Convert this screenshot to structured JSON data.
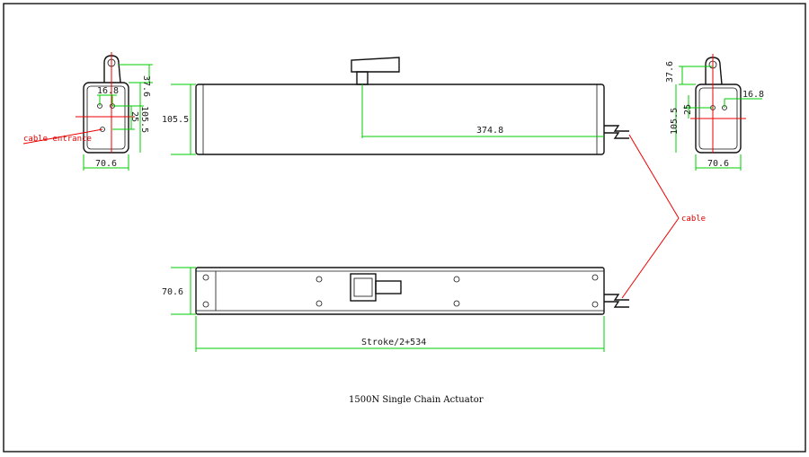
{
  "title": "1500N Single Chain Actuator",
  "labels": {
    "cable_entrance": "cable entrance",
    "cable": "cable"
  },
  "dimensions": {
    "left_top_height": "37.6",
    "left_hole_spacing": "16.8",
    "left_side_small": "25",
    "left_height": "105.5",
    "left_width": "70.6",
    "main_height": "105.5",
    "main_length": "374.8",
    "right_top_height": "37.6",
    "right_hole_spacing": "16.8",
    "right_side_small": "25",
    "right_height": "105.5",
    "right_width": "70.6",
    "bottom_height": "70.6",
    "bottom_length": "Stroke/2+534"
  },
  "colors": {
    "dimension": "#00cc00",
    "annotation": "#ee0000",
    "outline": "#111111"
  }
}
